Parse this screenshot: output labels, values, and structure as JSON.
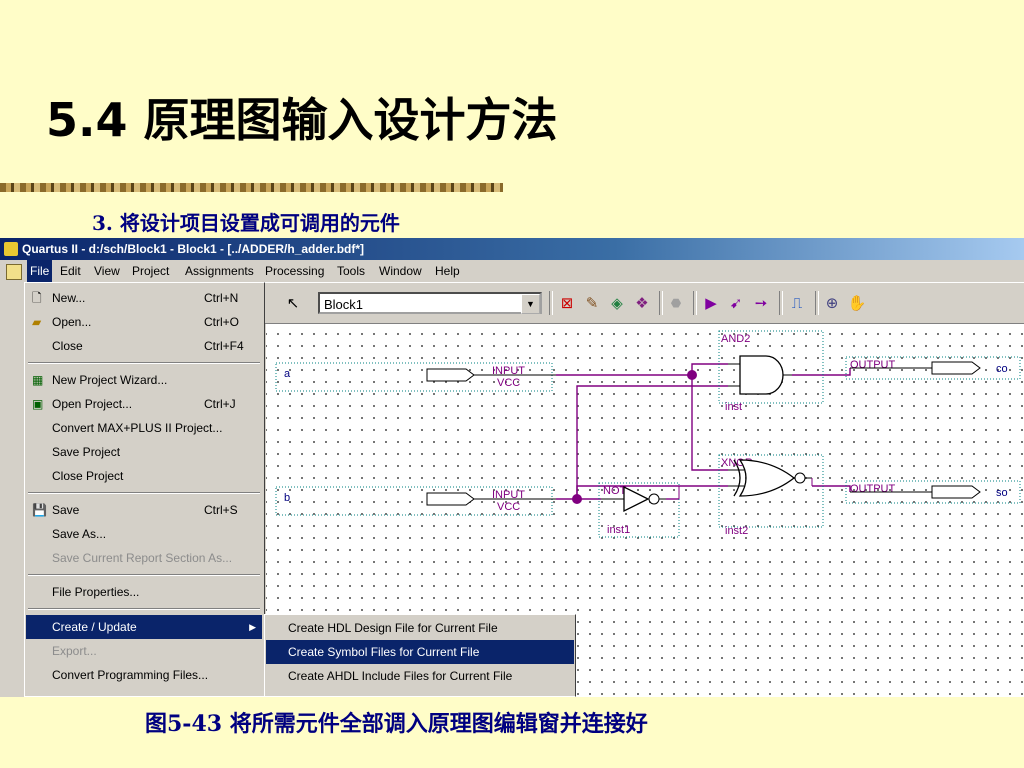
{
  "slide": {
    "title": "5.4 原理图输入设计方法",
    "subtitle": "3. 将设计项目设置成可调用的元件",
    "caption": "图5-43 将所需元件全部调入原理图编辑窗并连接好"
  },
  "window": {
    "title": "Quartus II - d:/sch/Block1 - Block1 - [../ADDER/h_adder.bdf*]"
  },
  "menubar": [
    "File",
    "Edit",
    "View",
    "Project",
    "Assignments",
    "Processing",
    "Tools",
    "Window",
    "Help"
  ],
  "toolbar": {
    "block_combo": "Block1"
  },
  "file_menu": [
    {
      "label": "New...",
      "shortcut": "Ctrl+N",
      "icon": "new-file-icon"
    },
    {
      "label": "Open...",
      "shortcut": "Ctrl+O",
      "icon": "open-folder-icon"
    },
    {
      "label": "Close",
      "shortcut": "Ctrl+F4"
    },
    {
      "label": "New Project Wizard...",
      "icon": "wizard-icon"
    },
    {
      "label": "Open Project...",
      "shortcut": "Ctrl+J",
      "icon": "open-project-icon"
    },
    {
      "label": "Convert MAX+PLUS II Project..."
    },
    {
      "label": "Save Project"
    },
    {
      "label": "Close Project"
    },
    {
      "label": "Save",
      "shortcut": "Ctrl+S",
      "icon": "save-icon"
    },
    {
      "label": "Save As..."
    },
    {
      "label": "Save Current Report Section As...",
      "disabled": true
    },
    {
      "label": "File Properties..."
    },
    {
      "label": "Create / Update",
      "highlighted": true
    },
    {
      "label": "Export...",
      "disabled": true
    },
    {
      "label": "Convert Programming Files..."
    }
  ],
  "submenu": [
    {
      "label": "Create HDL Design File for Current File"
    },
    {
      "label": "Create Symbol Files for Current File",
      "highlighted": true
    },
    {
      "label": "Create AHDL Include Files for Current File"
    }
  ],
  "schematic": {
    "input_a": "a",
    "input_b": "b",
    "input_type": "INPUT",
    "input_vcc": "VCC",
    "and_type": "AND2",
    "and_inst": "inst",
    "not_type": "NOT",
    "not_inst": "inst1",
    "xnor_type": "XNOR",
    "xnor_inst": "inst2",
    "output_type": "OUTPUT",
    "output_co": "co",
    "output_so": "so"
  },
  "colors": {
    "slide_bg": "#fffdc8",
    "menu_highlight": "#0a246a",
    "wire": "#800080",
    "caption_text": "#000080"
  }
}
